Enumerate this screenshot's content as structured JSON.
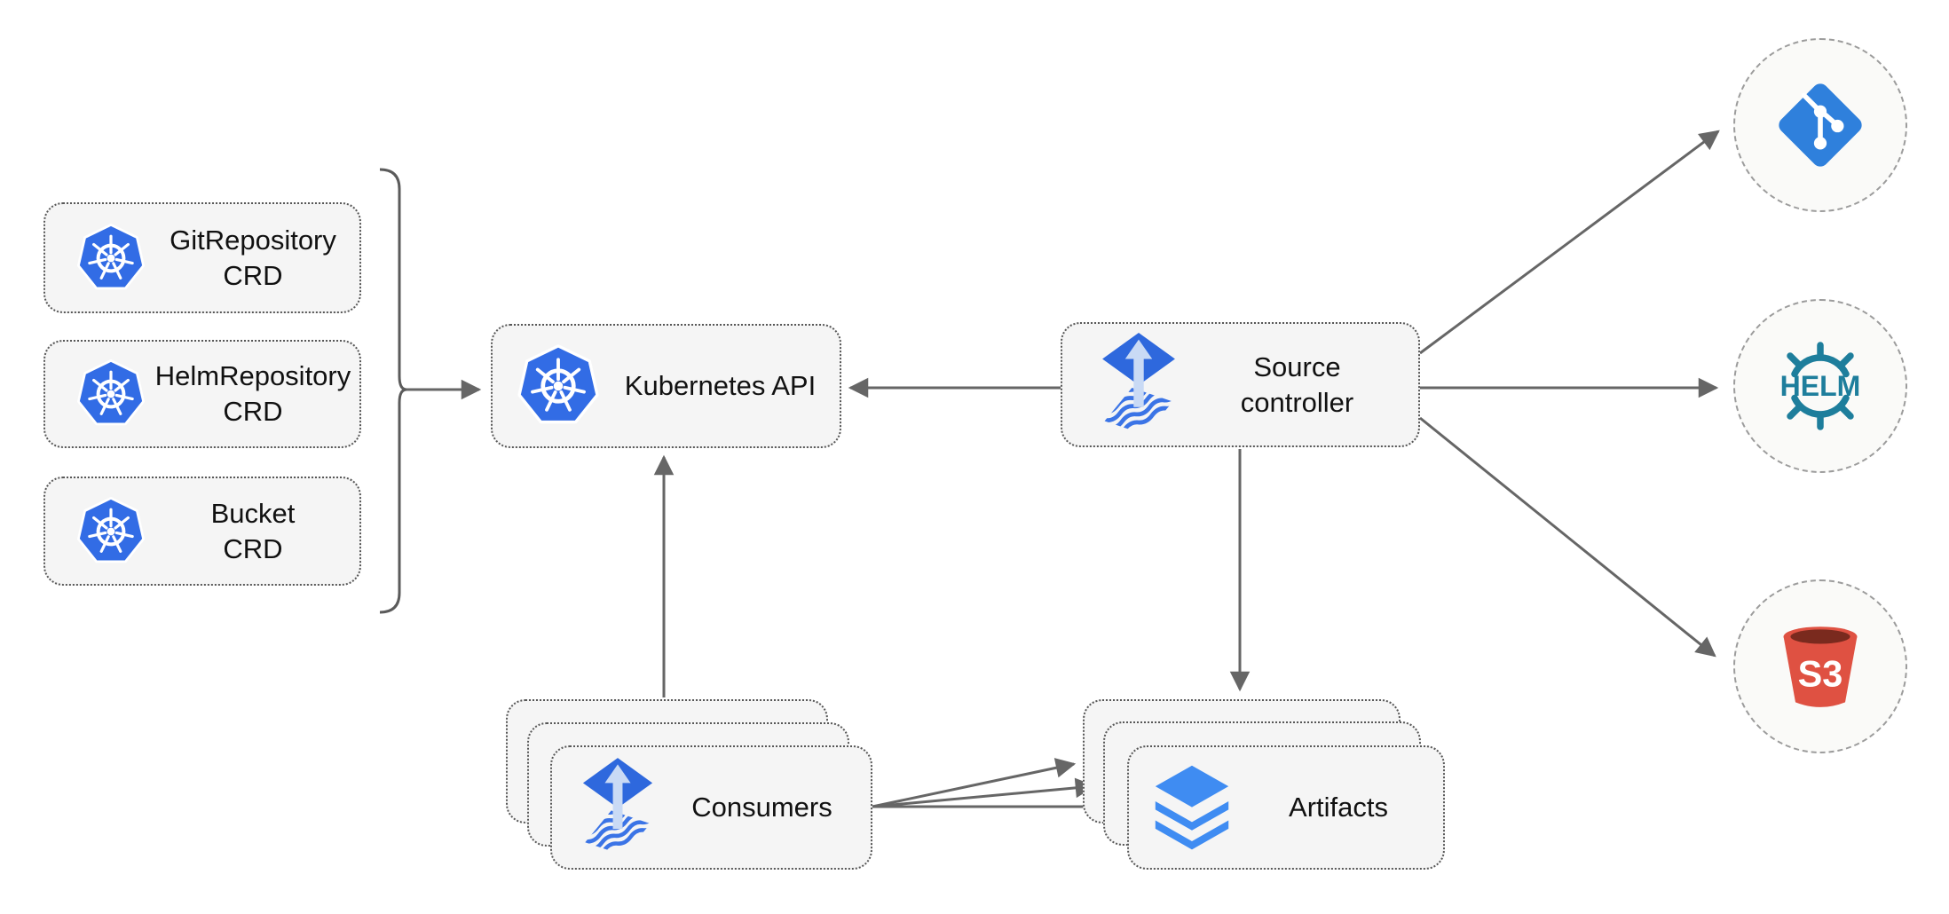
{
  "nodes": {
    "git_crd": {
      "line1": "GitRepository",
      "line2": "CRD"
    },
    "helm_crd": {
      "line1": "HelmRepository",
      "line2": "CRD"
    },
    "bucket_crd": {
      "line1": "Bucket",
      "line2": "CRD"
    },
    "kubernetes_api": {
      "label": "Kubernetes API"
    },
    "source_controller": {
      "line1": "Source",
      "line2": "controller"
    },
    "consumers": {
      "label": "Consumers"
    },
    "artifacts": {
      "label": "Artifacts"
    },
    "helm_registry": {
      "label": "HELM"
    },
    "s3_bucket": {
      "label": "S3"
    }
  },
  "icons": {
    "kubernetes": "kubernetes-wheel-icon",
    "flux": "flux-arrow-waves-icon",
    "git": "git-branch-icon",
    "helm": "helm-wheel-icon",
    "s3": "s3-bucket-icon",
    "artifacts": "layers-icon"
  },
  "edges": [
    {
      "from": "crd-group-bracket",
      "to": "kubernetes-api"
    },
    {
      "from": "source-controller",
      "to": "kubernetes-api"
    },
    {
      "from": "consumers",
      "to": "kubernetes-api"
    },
    {
      "from": "source-controller",
      "to": "artifacts"
    },
    {
      "from": "source-controller",
      "to": "git-repository-circle"
    },
    {
      "from": "source-controller",
      "to": "helm-registry-circle"
    },
    {
      "from": "source-controller",
      "to": "s3-bucket-circle"
    },
    {
      "from": "consumers",
      "to": "artifacts"
    },
    {
      "from": "consumers",
      "to": "artifacts"
    },
    {
      "from": "consumers",
      "to": "artifacts"
    }
  ],
  "colors": {
    "kubernetes_blue": "#326CE5",
    "flux_blue": "#2E68DD",
    "flux_light": "#C9DAF5",
    "flux_waves": "#3B74E6",
    "git_blue": "#2F80DC",
    "helm_teal": "#1E7E9C",
    "s3_red": "#DF5142",
    "s3_dark": "#7A2A1E",
    "layers_blue": "#3F8CF2",
    "box_fill": "#F5F5F5",
    "box_border": "#575757",
    "circle_fill": "#FAFAF8",
    "circle_border": "#9C9C9C",
    "connector_gray": "#666666",
    "text": "#111111"
  }
}
